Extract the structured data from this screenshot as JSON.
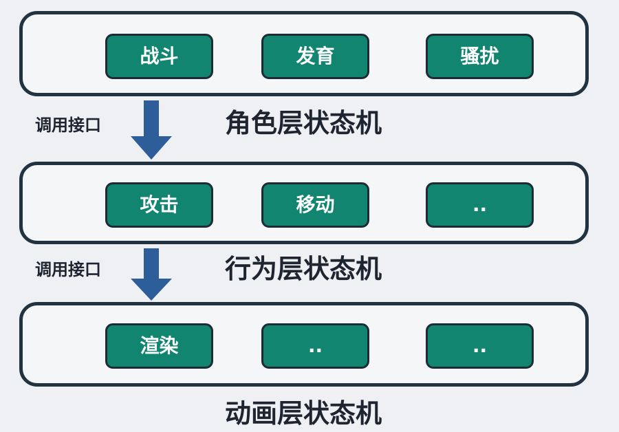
{
  "colors": {
    "state_fill": "#118570",
    "border": "#213240",
    "arrow": "#2d5e9a",
    "background": "#eef0f3",
    "text_dark": "#1e2530",
    "text_light": "#ffffff"
  },
  "layers": [
    {
      "title": "角色层状态机",
      "states": [
        "战斗",
        "发育",
        "骚扰"
      ]
    },
    {
      "title": "行为层状态机",
      "states": [
        "攻击",
        "移动",
        ".."
      ]
    },
    {
      "title": "动画层状态机",
      "states": [
        "渲染",
        "..",
        ".."
      ]
    }
  ],
  "connectors": [
    {
      "label": "调用接口",
      "icon": "arrow-down-icon"
    },
    {
      "label": "调用接口",
      "icon": "arrow-down-icon"
    }
  ]
}
